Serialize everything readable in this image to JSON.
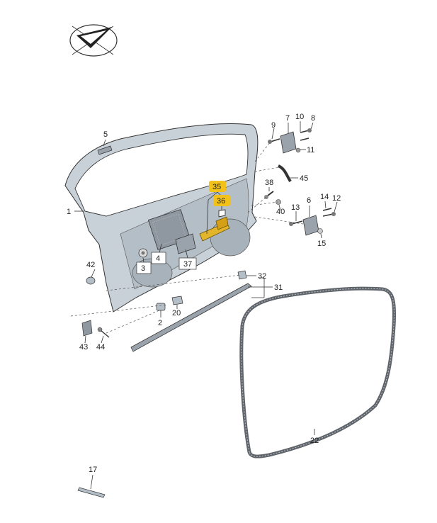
{
  "diagram": {
    "labels": [
      {
        "id": "1",
        "text": "1"
      },
      {
        "id": "2",
        "text": "2"
      },
      {
        "id": "3",
        "text": "3"
      },
      {
        "id": "4",
        "text": "4"
      },
      {
        "id": "5",
        "text": "5"
      },
      {
        "id": "6",
        "text": "6"
      },
      {
        "id": "7",
        "text": "7"
      },
      {
        "id": "8",
        "text": "8"
      },
      {
        "id": "9",
        "text": "9"
      },
      {
        "id": "10",
        "text": "10"
      },
      {
        "id": "11",
        "text": "11"
      },
      {
        "id": "12",
        "text": "12"
      },
      {
        "id": "13",
        "text": "13"
      },
      {
        "id": "14",
        "text": "14"
      },
      {
        "id": "15",
        "text": "15"
      },
      {
        "id": "17",
        "text": "17"
      },
      {
        "id": "20",
        "text": "20"
      },
      {
        "id": "22",
        "text": "22"
      },
      {
        "id": "31",
        "text": "31"
      },
      {
        "id": "32",
        "text": "32"
      },
      {
        "id": "35",
        "text": "35",
        "highlight": true
      },
      {
        "id": "36",
        "text": "36",
        "highlight": true
      },
      {
        "id": "37",
        "text": "37"
      },
      {
        "id": "38",
        "text": "38"
      },
      {
        "id": "40",
        "text": "40"
      },
      {
        "id": "42",
        "text": "42"
      },
      {
        "id": "43",
        "text": "43"
      },
      {
        "id": "44",
        "text": "44"
      },
      {
        "id": "45",
        "text": "45"
      }
    ],
    "colors": {
      "highlight": "#f2c21a",
      "line": "#333333",
      "door_fill": "#c9d1d8",
      "seal": "#5f646a"
    }
  }
}
